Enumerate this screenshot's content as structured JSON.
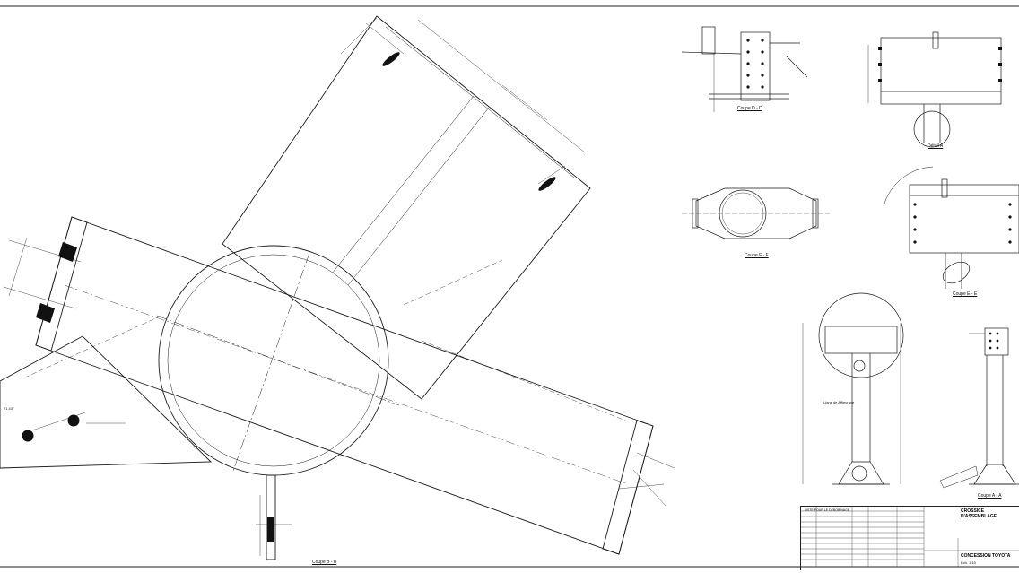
{
  "views": {
    "coupe_b": "Coupe B - B",
    "coupe_d": "Coupe D - D",
    "detail_a": "Détail A",
    "coupe_f": "Coupe F - F",
    "coupe_e": "Coupe E - E",
    "coupe_a": "Coupe A - A"
  },
  "annotations": {
    "ligne_affleurage": "Ligne de Affleurage",
    "dim_left": "21.43°"
  },
  "title_block": {
    "list_header": "LISTE POUR LE DEBOBINAGE",
    "firm": "CROSSICE D'ASSEMBLAGE",
    "project": "CONCESSION TOYOTA",
    "drawing": "Ech. 1:10"
  },
  "colors": {
    "line": "#1a1a1a",
    "hatch": "#111111",
    "paper": "#ffffff"
  }
}
